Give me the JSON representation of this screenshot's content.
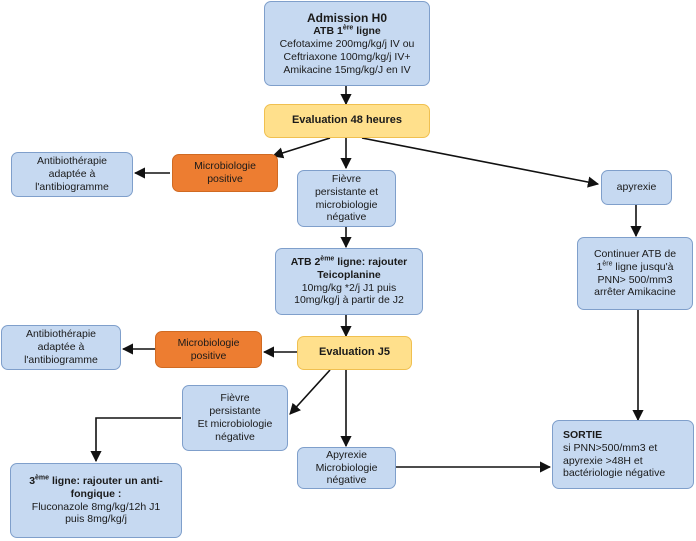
{
  "admission": {
    "title": "Admission H0",
    "sub_prefix": "ATB 1",
    "sub_sup": "ère",
    "sub_suffix": " ligne",
    "line1": "Cefotaxime 200mg/kg/j IV ou",
    "line2": "Ceftriaxone 100mg/kg/j  IV+",
    "line3": "Amikacine 15mg/kg/J en IV"
  },
  "eval48": {
    "label": "Evaluation 48 heures"
  },
  "micro1": {
    "line1": "Microbiologie",
    "line2": "positive"
  },
  "atb_adapt1": {
    "line1": "Antibiothérapie",
    "line2": "adaptée à",
    "line3": "l'antibiogramme"
  },
  "fievre1": {
    "line1": "Fièvre",
    "line2": "persistante et",
    "line3": "microbiologie",
    "line4": "négative"
  },
  "apyrexie1": {
    "label": "apyrexie"
  },
  "atb2": {
    "title_prefix": "ATB 2",
    "title_sup": "ème",
    "title_suffix": " ligne: rajouter",
    "title2": "Teicoplanine",
    "line1": "10mg/kg *2/j J1 puis",
    "line2": "10mg/kg/j à partir de J2"
  },
  "continuer": {
    "line1": "Continuer ATB de",
    "line2_num": "1",
    "line2_sup": "ère",
    "line2_rest": " ligne  jusqu'à",
    "line3": "PNN> 500/mm3",
    "line4": "arrêter Amikacine"
  },
  "eval_j5": {
    "label": "Evaluation J5"
  },
  "micro2": {
    "line1": "Microbiologie",
    "line2": "positive"
  },
  "atb_adapt2": {
    "line1": "Antibiothérapie",
    "line2": "adaptée à",
    "line3": "l'antibiogramme"
  },
  "fievre2": {
    "line1": "Fièvre",
    "line2": "persistante",
    "line3": "Et microbiologie",
    "line4": "négative"
  },
  "apyrexie2": {
    "line1": "Apyrexie",
    "line2": "Microbiologie",
    "line3": "négative"
  },
  "sortie": {
    "title": "SORTIE",
    "line1": "si PNN>500/mm3 et",
    "line2": "apyrexie >48H et",
    "line3": "bactériologie  négative"
  },
  "antifong": {
    "title_num": "3",
    "title_sup": "ème",
    "title_rest": " ligne: rajouter un anti-",
    "title2": "fongique :",
    "line1": "Fluconazole 8mg/kg/12h J1",
    "line2": "puis 8mg/kg/j"
  },
  "colors": {
    "blue_box": "#c6d9f1",
    "yellow_box": "#ffe08c",
    "orange_box": "#ed7d31",
    "arrow": "#111111"
  }
}
